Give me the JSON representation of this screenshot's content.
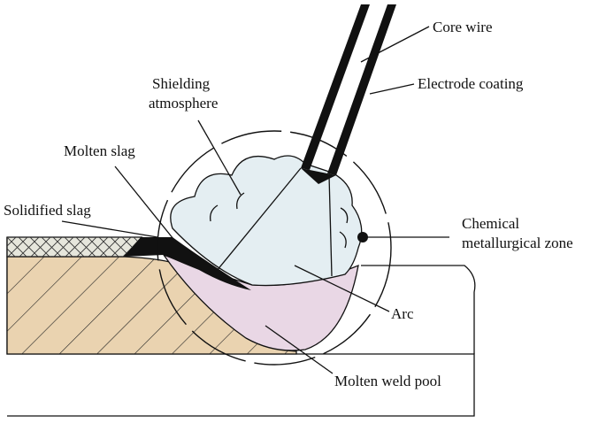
{
  "labels": {
    "core_wire": "Core wire",
    "electrode_coating": "Electrode coating",
    "shielding_line1": "Shielding",
    "shielding_line2": "atmosphere",
    "molten_slag": "Molten slag",
    "solidified_slag": "Solidified slag",
    "chemical_line1": "Chemical",
    "chemical_line2": "metallurgical zone",
    "arc": "Arc",
    "molten_weld_pool": "Molten weld pool"
  },
  "colors": {
    "base_metal": "#EAD3B0",
    "solidified_slag": "#E6E6DC",
    "weld_pool": "#E9D7E5",
    "shielding_gas": "#E4EEF2",
    "molten_slag": "#111111",
    "line": "#111111"
  }
}
